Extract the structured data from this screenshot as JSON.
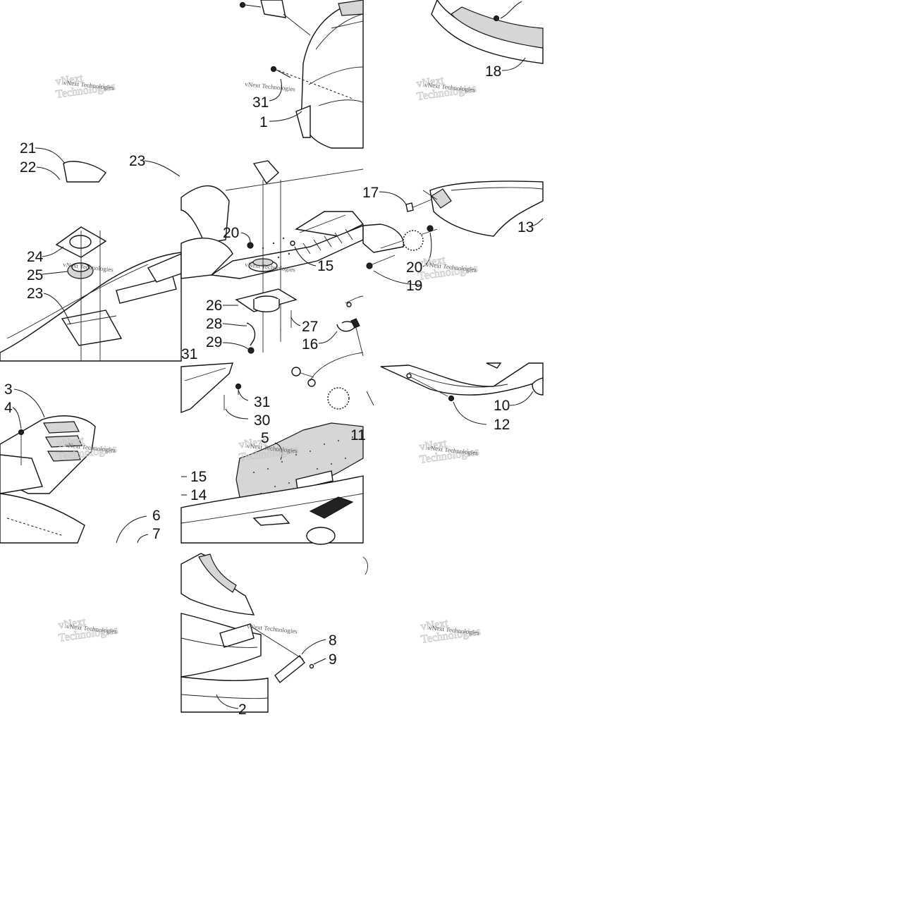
{
  "watermark": {
    "text": "vNext Technologies"
  },
  "callouts": {
    "c1": "1",
    "c2": "2",
    "c3": "3",
    "c4": "4",
    "c5": "5",
    "c6": "6",
    "c7": "7",
    "c8": "8",
    "c9": "9",
    "c10": "10",
    "c11": "11",
    "c12": "12",
    "c13": "13",
    "c14": "14",
    "c15a": "15",
    "c15b": "15",
    "c16": "16",
    "c17": "17",
    "c18": "18",
    "c19": "19",
    "c20a": "20",
    "c20b": "20",
    "c21": "21",
    "c22": "22",
    "c23a": "23",
    "c23b": "23",
    "c24": "24",
    "c25": "25",
    "c26": "26",
    "c27": "27",
    "c28": "28",
    "c29": "29",
    "c30": "30",
    "c31a": "31",
    "c31b": "31",
    "c31c": "31"
  }
}
